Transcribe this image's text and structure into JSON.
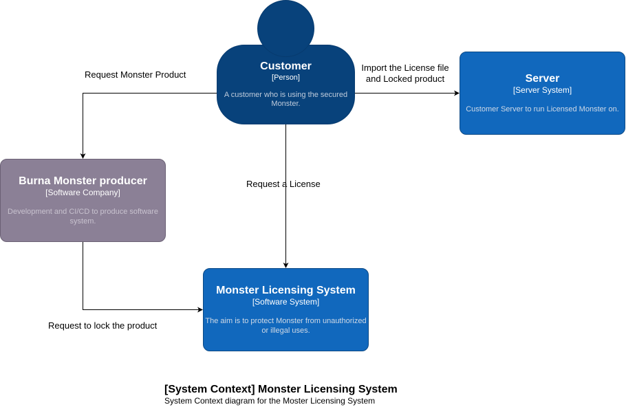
{
  "diagram": {
    "type": "C4 System Context",
    "nodes": {
      "customer": {
        "title": "Customer",
        "type": "[Person]",
        "description": "A customer who is using the secured Monster.",
        "color": "#08427b"
      },
      "server": {
        "title": "Server",
        "type": "[Server System]",
        "description": "Customer Server to run Licensed Monster on.",
        "color": "#1168bd"
      },
      "producer": {
        "title": "Burna Monster producer",
        "type": "[Software Company]",
        "description": "Development and CI/CD to produce software system.",
        "color": "#8b8096"
      },
      "licensing_system": {
        "title": "Monster Licensing System",
        "type": "[Software System]",
        "description": "The aim is to protect Monster from unauthorized or illegal uses.",
        "color": "#1168bd"
      }
    },
    "edges": [
      {
        "from": "customer",
        "to": "producer",
        "label": "Request Monster Product"
      },
      {
        "from": "customer",
        "to": "server",
        "label": "Import the License file and Locked product"
      },
      {
        "from": "customer",
        "to": "licensing_system",
        "label": "Request a License"
      },
      {
        "from": "producer",
        "to": "licensing_system",
        "label": "Request to lock the product"
      }
    ],
    "caption": {
      "title": "[System Context] Monster Licensing System",
      "subtitle": "System Context diagram for the Moster Licensing System"
    }
  }
}
